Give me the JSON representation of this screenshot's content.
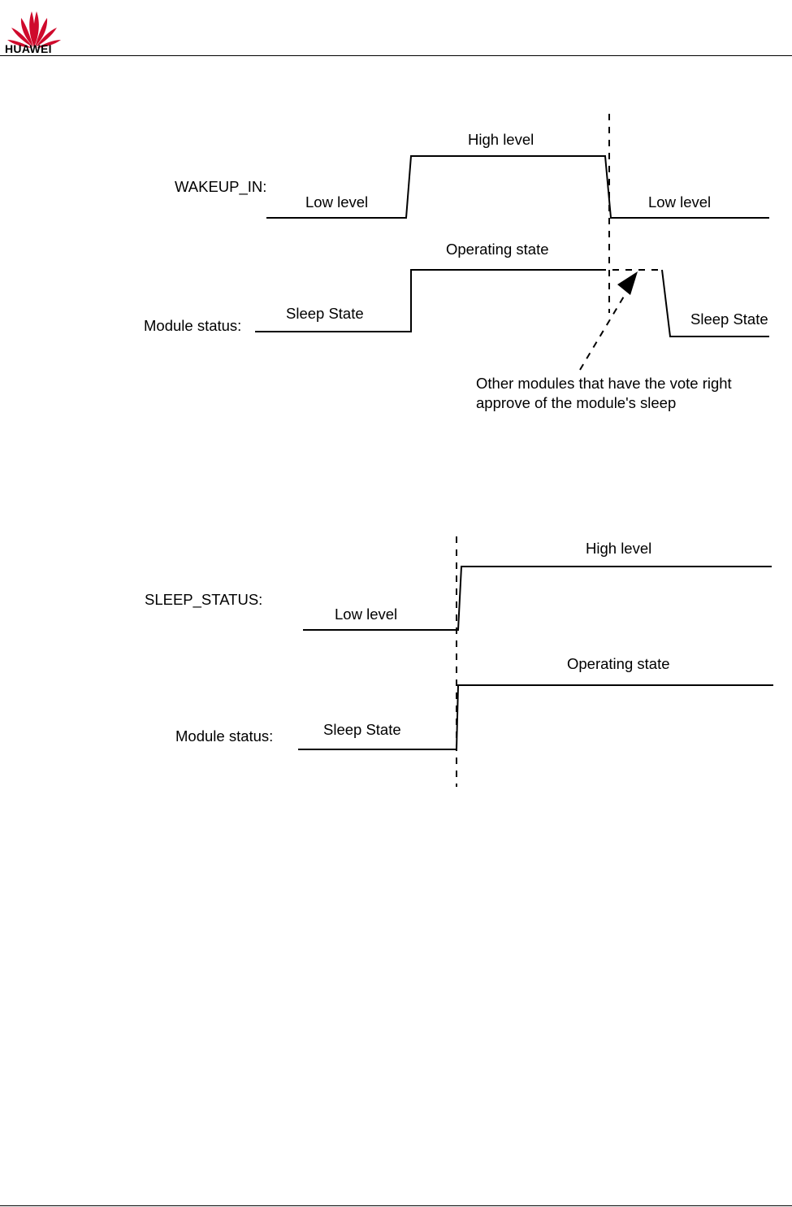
{
  "header": {
    "brand_name": "HUAWEI",
    "logo_icon": "huawei-flower-logo",
    "logo_color": "#cf0a2c"
  },
  "diagram1": {
    "signal_label": "WAKEUP_IN:",
    "status_label": "Module status:",
    "signal_low_left": "Low level",
    "signal_high": "High level",
    "signal_low_right": "Low level",
    "state_sleep_left": "Sleep State",
    "state_operating": "Operating state",
    "state_sleep_right": "Sleep State",
    "annotation_line1": "Other modules that have the vote right",
    "annotation_line2": "approve of the module's sleep"
  },
  "diagram2": {
    "signal_label": "SLEEP_STATUS:",
    "status_label": "Module status:",
    "signal_low": "Low level",
    "signal_high": "High level",
    "state_sleep": "Sleep State",
    "state_operating": "Operating state"
  }
}
